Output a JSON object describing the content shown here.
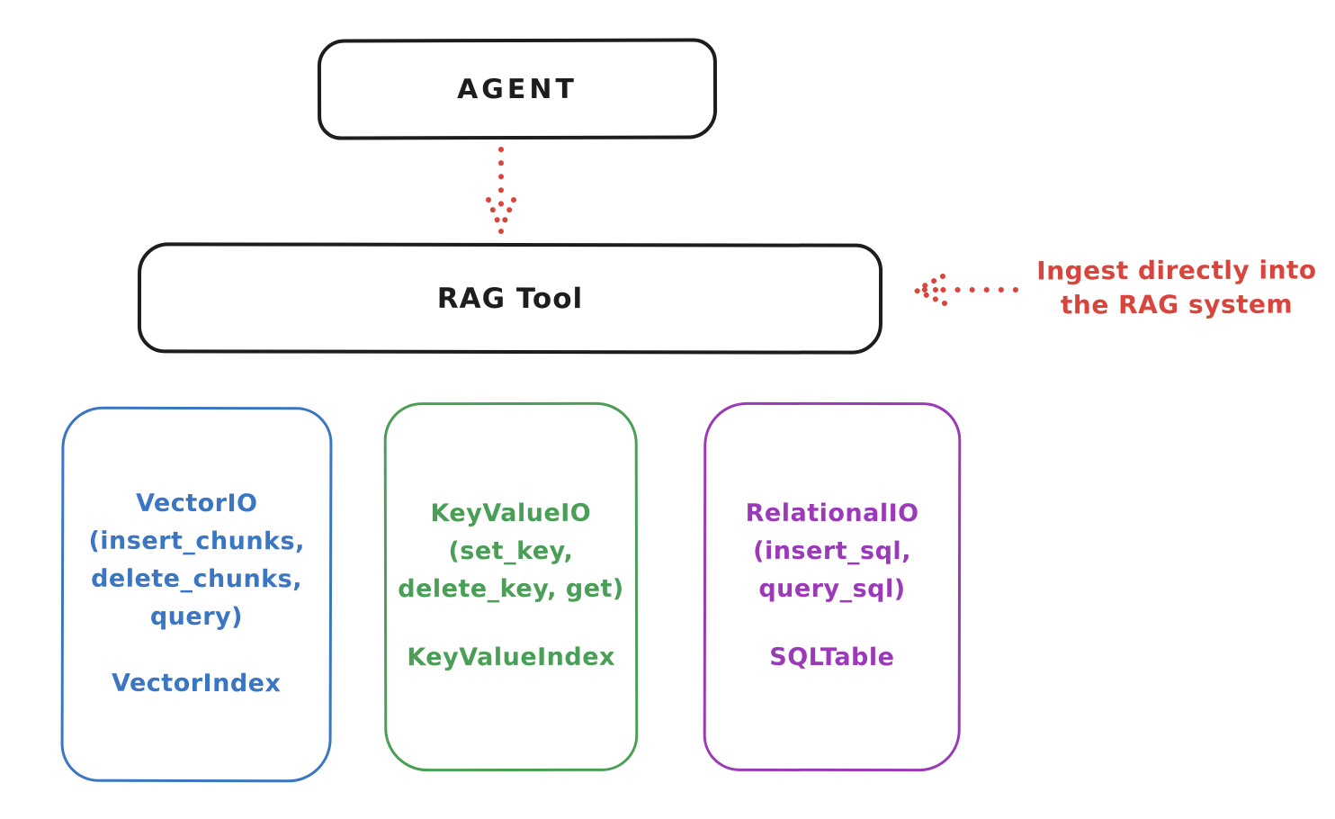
{
  "outline_color": "#1d1d1d",
  "agent_box": {
    "label": "AGENT"
  },
  "rag_tool_box": {
    "label": "RAG Tool"
  },
  "ingest_arrow": {
    "color": "#d9453c",
    "direction": "left"
  },
  "agent_arrow": {
    "color": "#d9453c",
    "direction": "down"
  },
  "annotation": {
    "color": "#d9453c",
    "line1": "Ingest directly into",
    "line2": "the RAG system"
  },
  "io_boxes": [
    {
      "id": "vector",
      "color": "#3b76c4",
      "line1": "VectorIO",
      "line2": "(insert_chunks,",
      "line3": "delete_chunks,",
      "line4": "query)",
      "index_label": "VectorIndex"
    },
    {
      "id": "keyvalue",
      "color": "#4a9e55",
      "line1": "KeyValueIO",
      "line2": "(set_key,",
      "line3": "delete_key, get)",
      "index_label": "KeyValueIndex"
    },
    {
      "id": "relational",
      "color": "#9b3ab8",
      "line1": "RelationalIO",
      "line2": "(insert_sql,",
      "line3": "query_sql)",
      "index_label": "SQLTable"
    }
  ]
}
